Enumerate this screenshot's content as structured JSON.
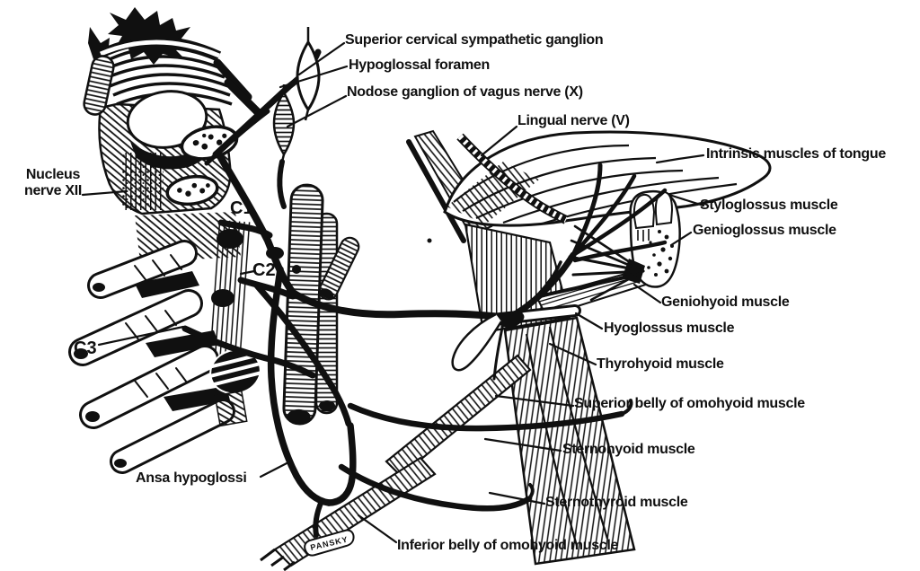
{
  "figure": {
    "type": "anatomical-line-drawing",
    "subject": "Hypoglossal nerve (XII) pathway, ansa hypoglossi and muscles of the tongue and neck",
    "background": "#ffffff",
    "ink": "#101010"
  },
  "labels": {
    "superior_cervical_ganglion": "Superior cervical sympathetic ganglion",
    "hypoglossal_foramen": "Hypoglossal foramen",
    "nodose_ganglion": "Nodose ganglion of vagus nerve (X)",
    "lingual_nerve": "Lingual nerve (V)",
    "intrinsic_muscles_tongue": "Intrinsic muscles of tongue",
    "styloglossus": "Styloglossus muscle",
    "genioglossus": "Genioglossus muscle",
    "nucleus_line1": "Nucleus",
    "nucleus_line2": "nerve XII",
    "c1": "C1",
    "c2": "C2",
    "c3": "C3",
    "geniohyoid": "Geniohyoid muscle",
    "hyoglossus": "Hyoglossus muscle",
    "thyrohyoid": "Thyrohyoid muscle",
    "superior_belly_omohyoid": "Superior belly of omohyoid muscle",
    "sternohyoid": "Sternohyoid muscle",
    "ansa_hypoglossi": "Ansa hypoglossi",
    "sternothyroid": "Sternothyroid muscle",
    "inferior_belly_omohyoid": "Inferior belly of omohyoid muscle",
    "signature": "PANSKY"
  }
}
